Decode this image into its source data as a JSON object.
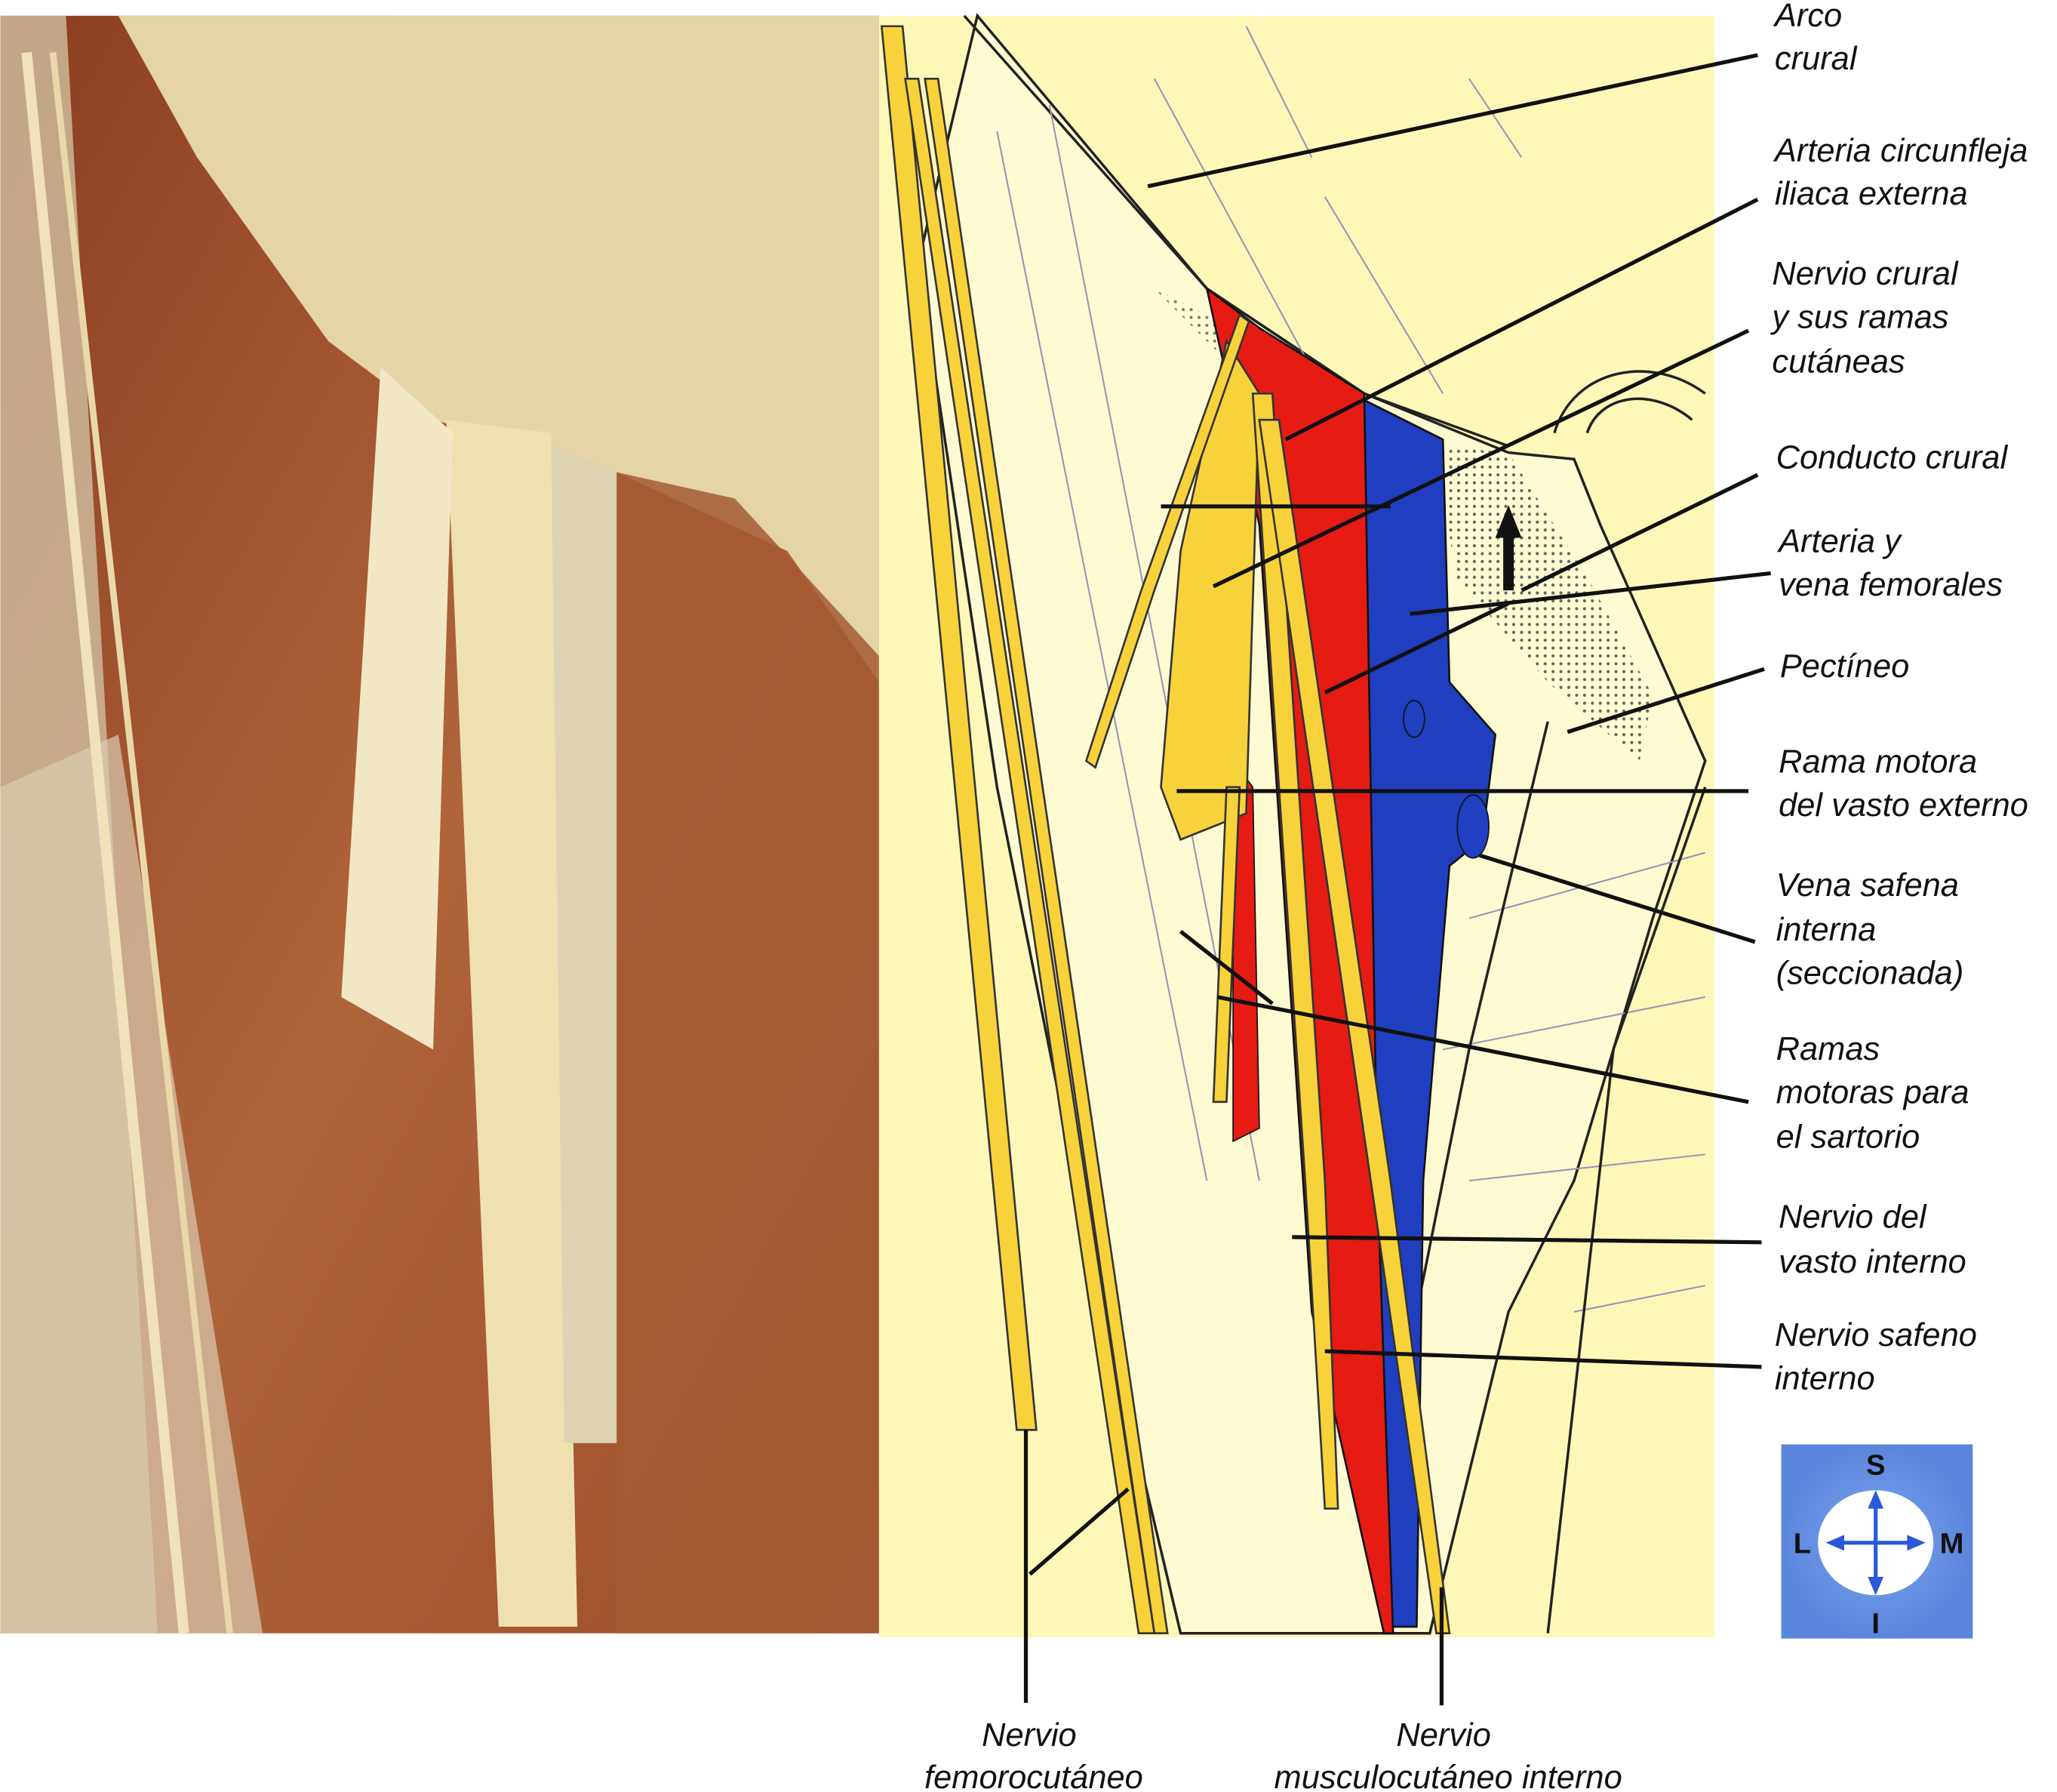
{
  "labels": {
    "arco_crural": [
      "Arco",
      "crural"
    ],
    "arteria_circunfleja": [
      "Arteria circunfleja",
      "iliaca externa"
    ],
    "nervio_crural": [
      "Nervio crural",
      "y sus ramas",
      "cutáneas"
    ],
    "conducto_crural": [
      "Conducto crural"
    ],
    "arteria_vena_femorales": [
      "Arteria y",
      "vena femorales"
    ],
    "pectineo": [
      "Pectíneo"
    ],
    "rama_motora": [
      "Rama motora",
      "del vasto externo"
    ],
    "vena_safena": [
      "Vena safena",
      "interna",
      "(seccionada)"
    ],
    "ramas_motoras": [
      "Ramas",
      "motoras para",
      "el sartorio"
    ],
    "nervio_vasto_interno": [
      "Nervio del",
      "vasto interno"
    ],
    "nervio_safeno": [
      "Nervio safeno",
      "interno"
    ],
    "nervio_femorocutaneo": [
      "Nervio",
      "femorocutáneo"
    ],
    "nervio_musculocutaneo": [
      "Nervio",
      "musculocutáneo interno"
    ]
  },
  "compass": {
    "top": "S",
    "bottom": "I",
    "left": "L",
    "right": "M"
  },
  "colors": {
    "artery": "#e51b14",
    "vein": "#1f3fc0",
    "nerve": "#f7d23a",
    "background": "#fdf8b8",
    "muscle": "#a8552e"
  }
}
